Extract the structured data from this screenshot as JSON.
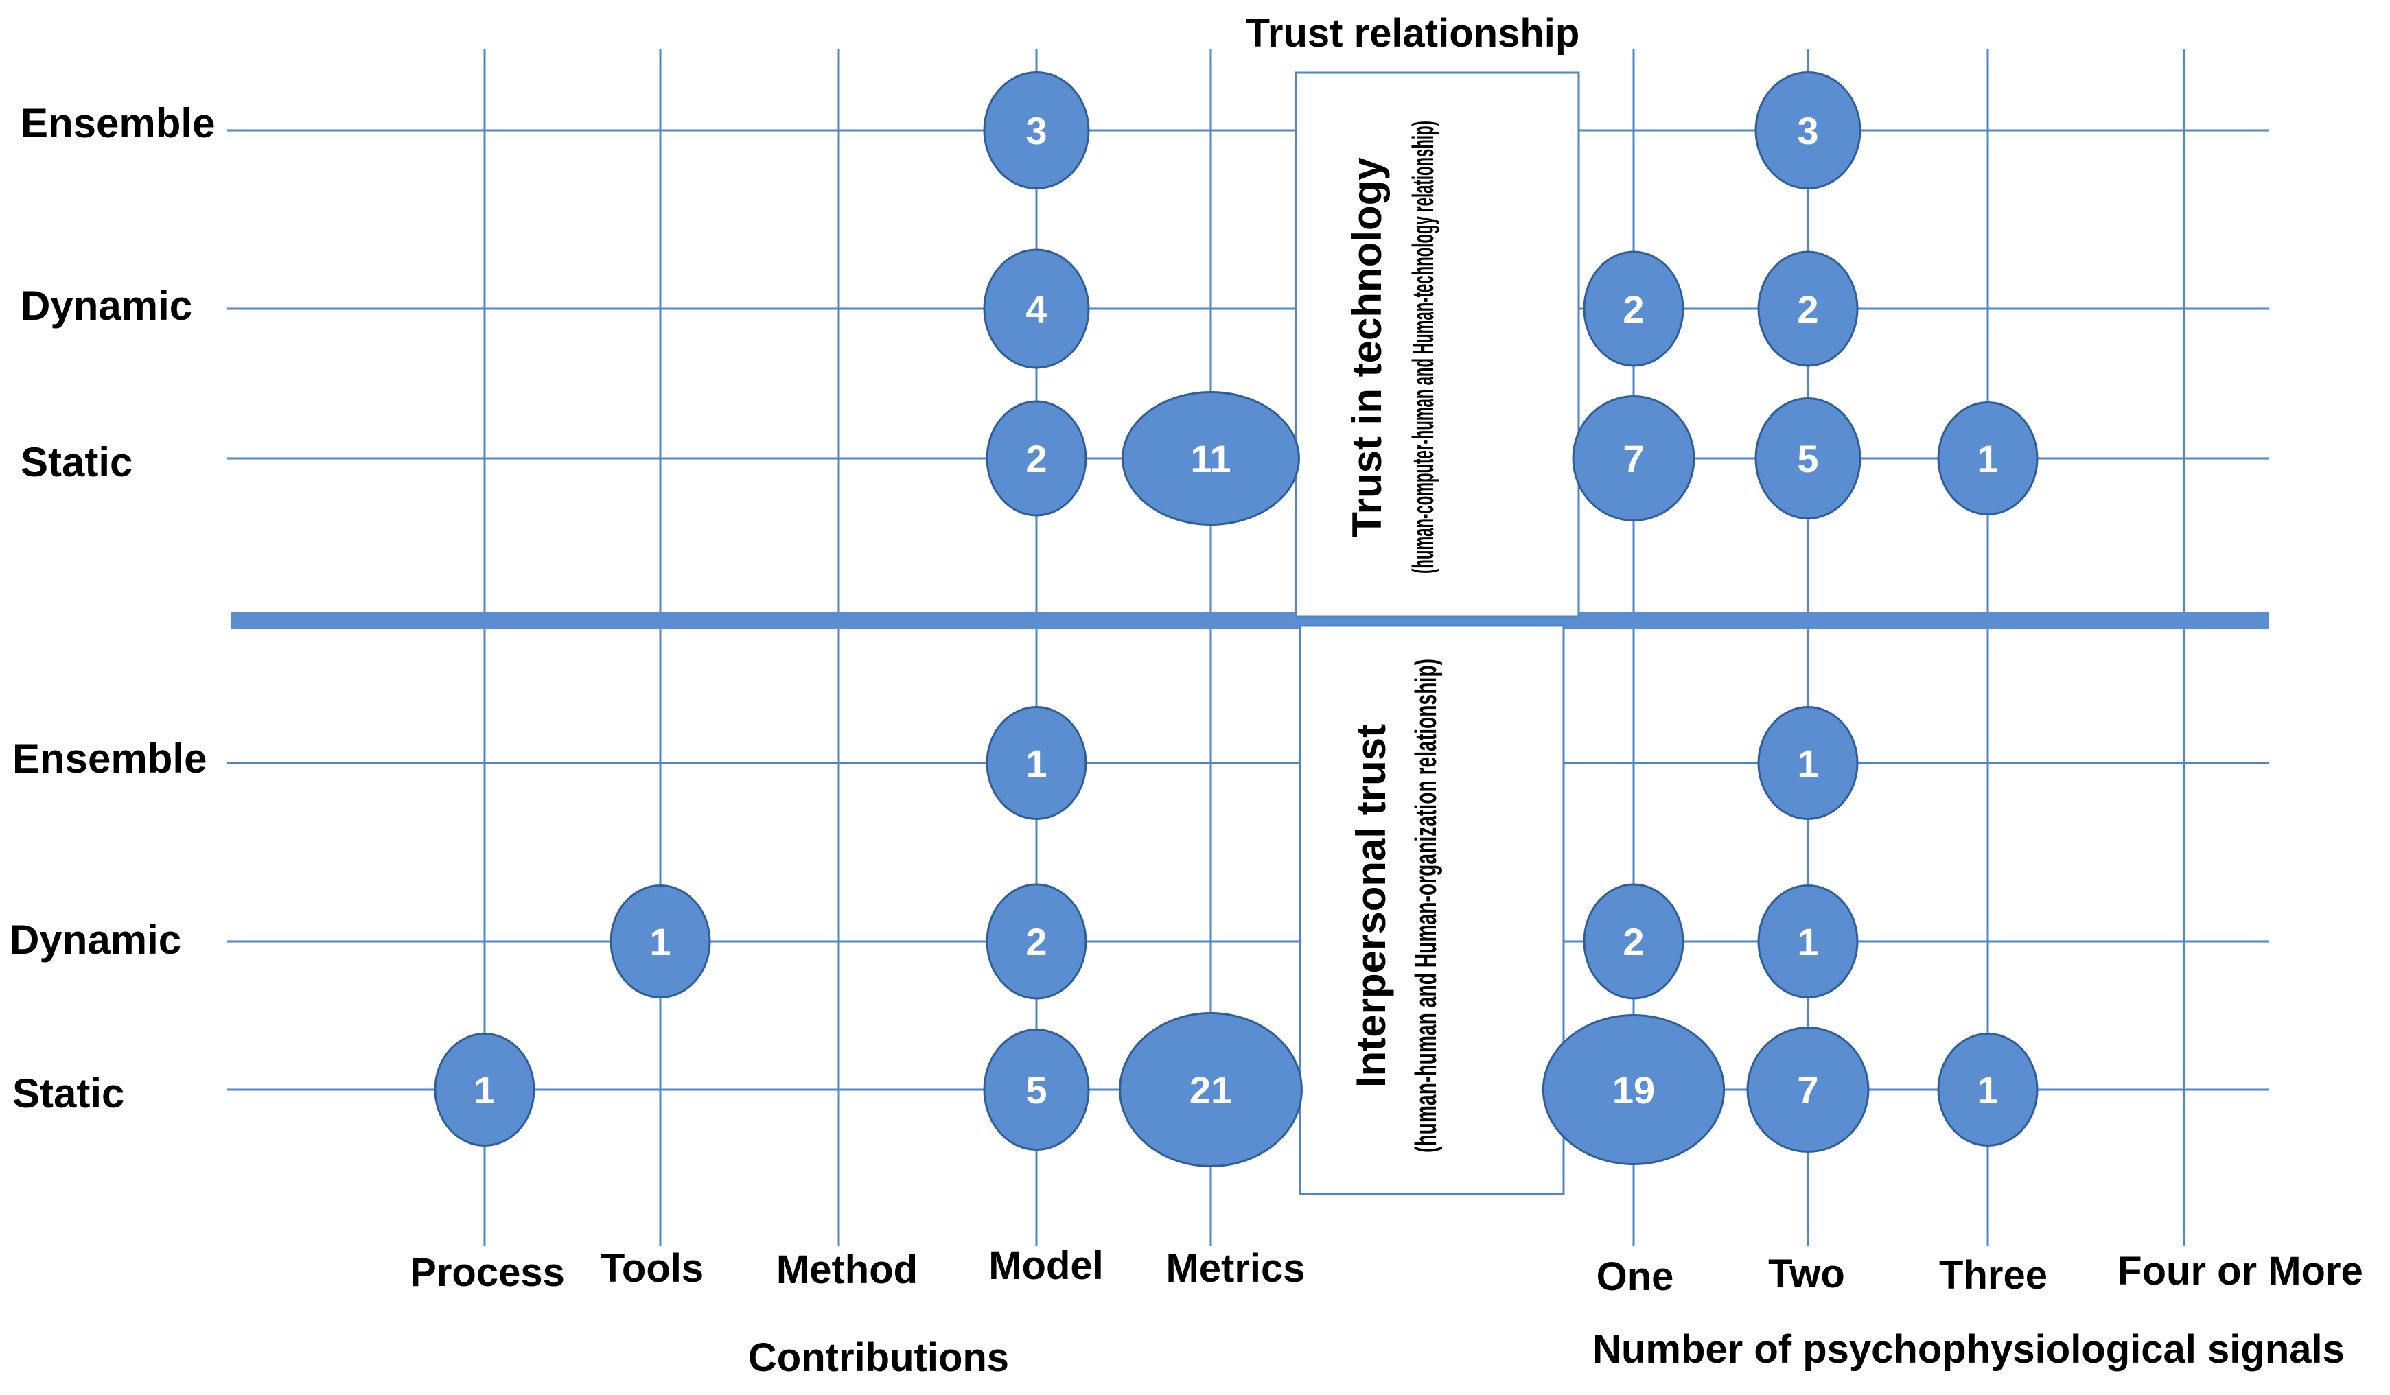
{
  "figure": {
    "title": "Trust relationship",
    "row_labels": [
      "Ensemble",
      "Dynamic",
      "Static"
    ],
    "top_panel": {
      "title": "Trust in technology",
      "subtitle": "(human-computer-human and Human-technology relationship)"
    },
    "bottom_panel": {
      "title": "Interpersonal trust",
      "subtitle": "(human-human and Human-organization relationship)"
    },
    "colors": {
      "bubble_fill": "#5b8ed0",
      "bubble_stroke": "#2f5f9a",
      "grid": "#4f86c6",
      "divider": "#5b8ed0",
      "bubble_text": "#ffffff",
      "label_text": "#000000"
    }
  },
  "chart_data": [
    {
      "type": "scatter",
      "encoding": "bubble",
      "xlabel": "Contributions",
      "categories": [
        "Process",
        "Tools",
        "Method",
        "Model",
        "Metrics"
      ],
      "rows": [
        "Ensemble",
        "Dynamic",
        "Static"
      ],
      "panels": [
        {
          "name": "Trust in technology",
          "points": [
            {
              "x": "Model",
              "y": "Ensemble",
              "value": 3
            },
            {
              "x": "Model",
              "y": "Dynamic",
              "value": 4
            },
            {
              "x": "Model",
              "y": "Static",
              "value": 2
            },
            {
              "x": "Metrics",
              "y": "Static",
              "value": 11
            }
          ]
        },
        {
          "name": "Interpersonal trust",
          "points": [
            {
              "x": "Model",
              "y": "Ensemble",
              "value": 1
            },
            {
              "x": "Tools",
              "y": "Dynamic",
              "value": 1
            },
            {
              "x": "Model",
              "y": "Dynamic",
              "value": 2
            },
            {
              "x": "Process",
              "y": "Static",
              "value": 1
            },
            {
              "x": "Model",
              "y": "Static",
              "value": 5
            },
            {
              "x": "Metrics",
              "y": "Static",
              "value": 21
            }
          ]
        }
      ]
    },
    {
      "type": "scatter",
      "encoding": "bubble",
      "xlabel": "Number of psychophysiological signals",
      "categories": [
        "One",
        "Two",
        "Three",
        "Four or More"
      ],
      "rows": [
        "Ensemble",
        "Dynamic",
        "Static"
      ],
      "panels": [
        {
          "name": "Trust in technology",
          "points": [
            {
              "x": "Two",
              "y": "Ensemble",
              "value": 3
            },
            {
              "x": "One",
              "y": "Dynamic",
              "value": 2
            },
            {
              "x": "Two",
              "y": "Dynamic",
              "value": 2
            },
            {
              "x": "One",
              "y": "Static",
              "value": 7
            },
            {
              "x": "Two",
              "y": "Static",
              "value": 5
            },
            {
              "x": "Three",
              "y": "Static",
              "value": 1
            }
          ]
        },
        {
          "name": "Interpersonal trust",
          "points": [
            {
              "x": "Two",
              "y": "Ensemble",
              "value": 1
            },
            {
              "x": "One",
              "y": "Dynamic",
              "value": 2
            },
            {
              "x": "Two",
              "y": "Dynamic",
              "value": 1
            },
            {
              "x": "One",
              "y": "Static",
              "value": 19
            },
            {
              "x": "Two",
              "y": "Static",
              "value": 7
            },
            {
              "x": "Three",
              "y": "Static",
              "value": 1
            }
          ]
        }
      ]
    }
  ]
}
